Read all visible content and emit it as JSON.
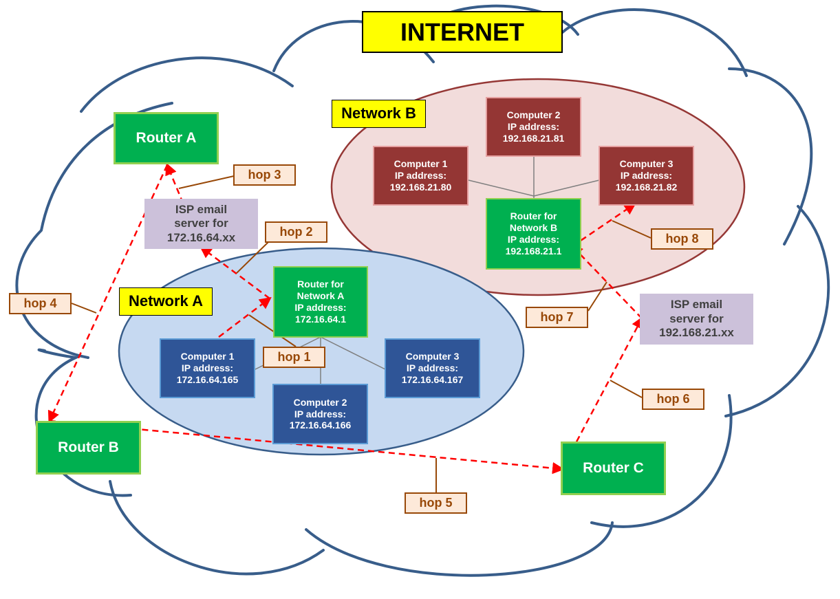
{
  "title": "INTERNET",
  "networks": {
    "a": {
      "label": "Network A",
      "router": [
        "Router for",
        "Network A",
        "IP address:",
        "172.16.64.1"
      ],
      "computers": [
        [
          "Computer 1",
          "IP address:",
          "172.16.64.165"
        ],
        [
          "Computer 2",
          "IP address:",
          "172.16.64.166"
        ],
        [
          "Computer 3",
          "IP address:",
          "172.16.64.167"
        ]
      ]
    },
    "b": {
      "label": "Network B",
      "router": [
        "Router for",
        "Network B",
        "IP address:",
        "192.168.21.1"
      ],
      "computers": [
        [
          "Computer 1",
          "IP address:",
          "192.168.21.80"
        ],
        [
          "Computer 2",
          "IP address:",
          "192.168.21.81"
        ],
        [
          "Computer 3",
          "IP address:",
          "192.168.21.82"
        ]
      ]
    }
  },
  "routers": {
    "a": "Router A",
    "b": "Router B",
    "c": "Router C"
  },
  "isp_servers": {
    "a": [
      "ISP email",
      "server for",
      "172.16.64.xx"
    ],
    "b": [
      "ISP email",
      "server for",
      "192.168.21.xx"
    ]
  },
  "hops": [
    "hop 1",
    "hop 2",
    "hop 3",
    "hop 4",
    "hop 5",
    "hop 6",
    "hop 7",
    "hop 8"
  ],
  "colors": {
    "cloud_outline": "#385d8a",
    "route_arrow": "#ff0000",
    "router": "#00b050",
    "network_a_fill": "#c6d9f1",
    "network_b_fill": "#f2dcdb",
    "hop_label": "#984807"
  }
}
